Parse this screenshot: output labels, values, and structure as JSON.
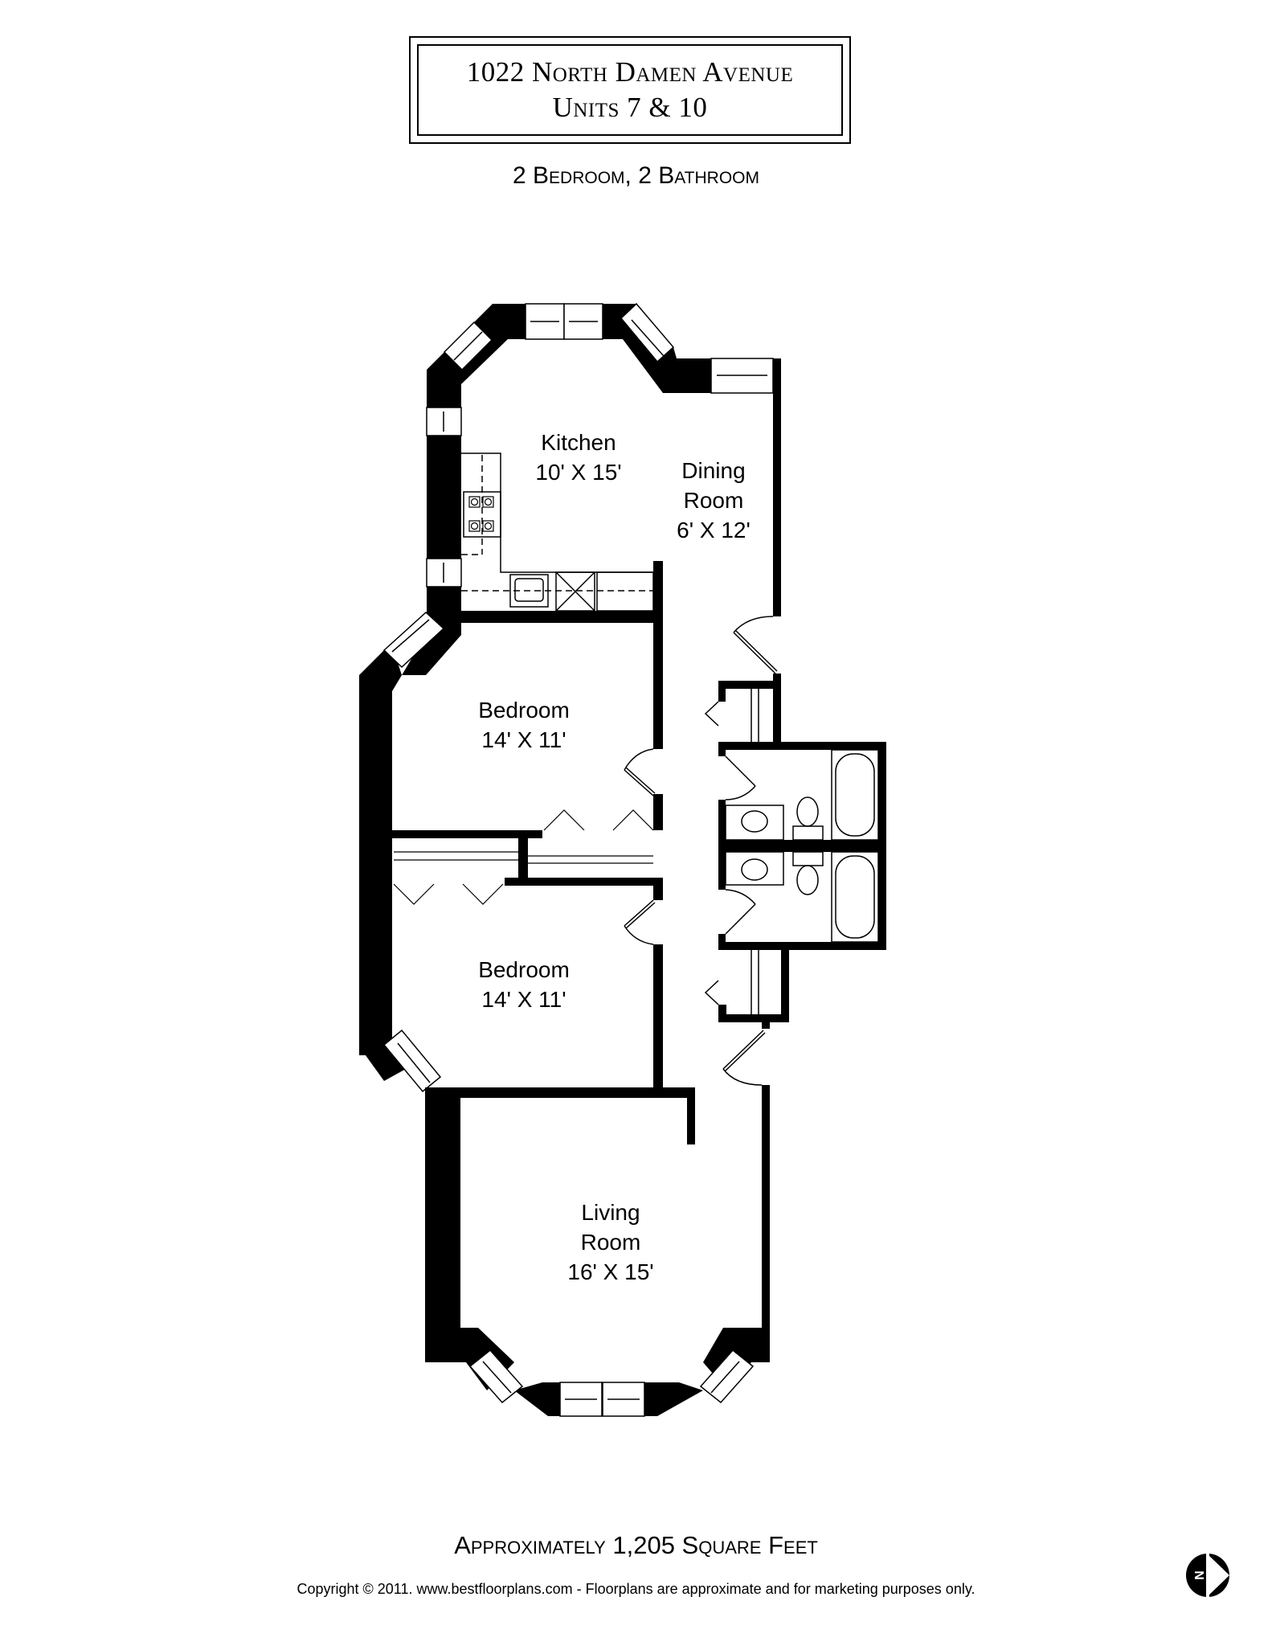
{
  "header": {
    "address_line1": "1022 North Damen Avenue",
    "address_line2": "Units 7 & 10",
    "subtitle": "2 Bedroom, 2 Bathroom"
  },
  "rooms": [
    {
      "name": "Kitchen",
      "name_line2": "",
      "dimensions": "10' X 15'"
    },
    {
      "name": "Dining",
      "name_line2": "Room",
      "dimensions": "6' X 12'"
    },
    {
      "name": "Bedroom",
      "name_line2": "",
      "dimensions": "14' X 11'"
    },
    {
      "name": "Bedroom",
      "name_line2": "",
      "dimensions": "14' X 11'"
    },
    {
      "name": "Living",
      "name_line2": "Room",
      "dimensions": "16' X 15'"
    }
  ],
  "footer": {
    "area": "Approximately 1,205 Square Feet",
    "copyright": "Copyright © 2011. www.bestfloorplans.com - Floorplans are approximate and for marketing purposes only.",
    "compass_letter": "N"
  },
  "colors": {
    "wall": "#000000",
    "background": "#ffffff"
  }
}
